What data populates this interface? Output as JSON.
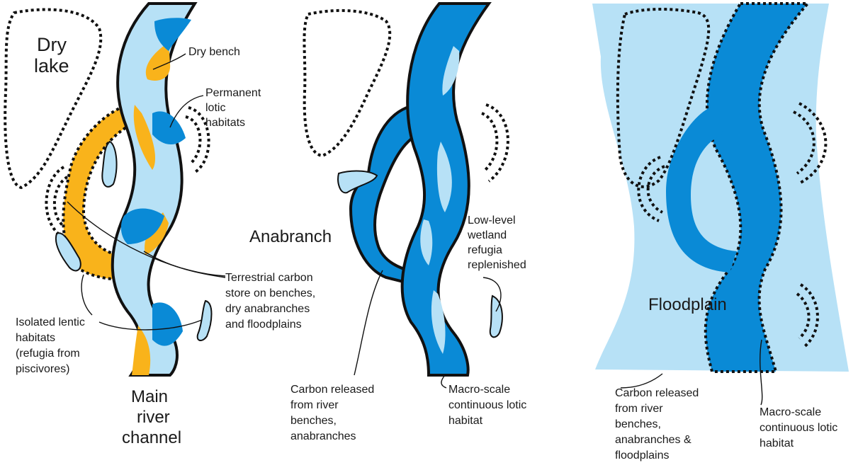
{
  "colors": {
    "deep_blue": "#0a8ad6",
    "light_blue": "#b7e1f6",
    "amber": "#f9b31b",
    "outline": "#111111"
  },
  "panel1": {
    "dry_lake": [
      "Dry",
      "lake"
    ],
    "dry_bench": "Dry bench",
    "permanent_lotic": [
      "Permanent",
      "lotic",
      "habitats"
    ],
    "terrestrial_carbon": [
      "Terrestrial carbon",
      "store on benches,",
      "dry anabranches",
      "and floodplains"
    ],
    "isolated_lentic": [
      "Isolated lentic",
      "habitats",
      "(refugia from",
      "piscivores)"
    ],
    "main_river": [
      "Main",
      "river",
      "channel"
    ]
  },
  "panel2": {
    "anabranch": "Anabranch",
    "low_level_wetland": [
      "Low-level",
      "wetland",
      "refugia",
      "replenished"
    ],
    "carbon_released": [
      "Carbon released",
      "from river",
      "benches,",
      "anabranches"
    ],
    "macro_scale": [
      "Macro-scale",
      "continuous lotic",
      "habitat"
    ]
  },
  "panel3": {
    "floodplain": "Floodplain",
    "carbon_released": [
      "Carbon released",
      "from river",
      "benches,",
      "anabranches &",
      "floodplains"
    ],
    "macro_scale": [
      "Macro-scale",
      "continuous lotic",
      "habitat"
    ]
  }
}
